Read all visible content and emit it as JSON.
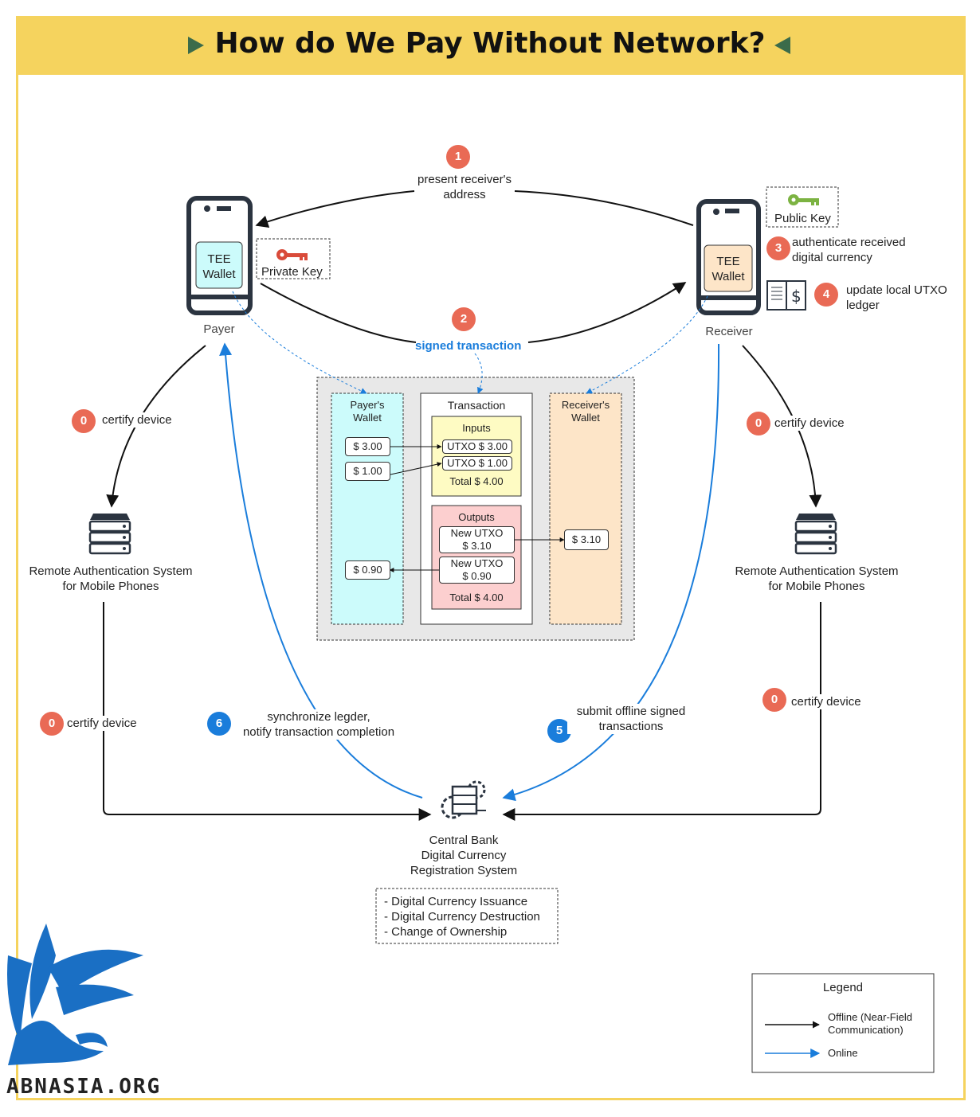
{
  "title": "How do We Pay Without Network?",
  "payer": {
    "label": "Payer",
    "wallet_line1": "TEE",
    "wallet_line2": "Wallet",
    "key_label": "Private Key"
  },
  "receiver": {
    "label": "Receiver",
    "wallet_line1": "TEE",
    "wallet_line2": "Wallet",
    "key_label": "Public Key"
  },
  "steps": {
    "s1": {
      "num": "1",
      "line1": "present receiver's",
      "line2": "address"
    },
    "s2": {
      "num": "2",
      "text": "signed transaction"
    },
    "s3": {
      "num": "3",
      "line1": "authenticate received",
      "line2": "digital currency"
    },
    "s4": {
      "num": "4",
      "line1": "update local UTXO",
      "line2": "ledger"
    },
    "s5": {
      "num": "5",
      "line1": "submit offline signed",
      "line2": "transactions"
    },
    "s6": {
      "num": "6",
      "line1": "synchronize legder,",
      "line2": "notify transaction completion"
    },
    "certify": {
      "num": "0",
      "text": "certify device"
    }
  },
  "auth_system": {
    "line1": "Remote Authentication System",
    "line2": "for Mobile Phones"
  },
  "central_bank": {
    "line1": "Central Bank",
    "line2": "Digital Currency",
    "line3": "Registration System",
    "functions": [
      "- Digital Currency Issuance",
      "- Digital Currency Destruction",
      "- Change of Ownership"
    ]
  },
  "ledger": {
    "payer_wallet": {
      "line1": "Payer's",
      "line2": "Wallet",
      "in1": "$ 3.00",
      "in2": "$ 1.00",
      "change": "$ 0.90"
    },
    "transaction": {
      "title": "Transaction",
      "inputs_title": "Inputs",
      "in1": "UTXO $ 3.00",
      "in2": "UTXO $ 1.00",
      "inputs_total": "Total $ 4.00",
      "outputs_title": "Outputs",
      "out1_line1": "New UTXO",
      "out1_line2": "$ 3.10",
      "out2_line1": "New UTXO",
      "out2_line2": "$ 0.90",
      "outputs_total": "Total $ 4.00"
    },
    "receiver_wallet": {
      "line1": "Receiver's",
      "line2": "Wallet",
      "received": "$ 3.10"
    }
  },
  "legend": {
    "title": "Legend",
    "offline_line1": "Offline (Near-Field",
    "offline_line2": "Communication)",
    "online": "Online"
  },
  "watermark": "ABNASIA.ORG",
  "colors": {
    "header": "#f5d35e",
    "offline": "#111111",
    "online": "#1a7ddb",
    "badge_red": "#e96a55",
    "badge_blue": "#1a7ddb",
    "inputs_bg": "#fefbc3",
    "outputs_bg": "#fccfcf",
    "payer_col": "#ccfbfb",
    "receiver_col": "#fde5c8"
  }
}
